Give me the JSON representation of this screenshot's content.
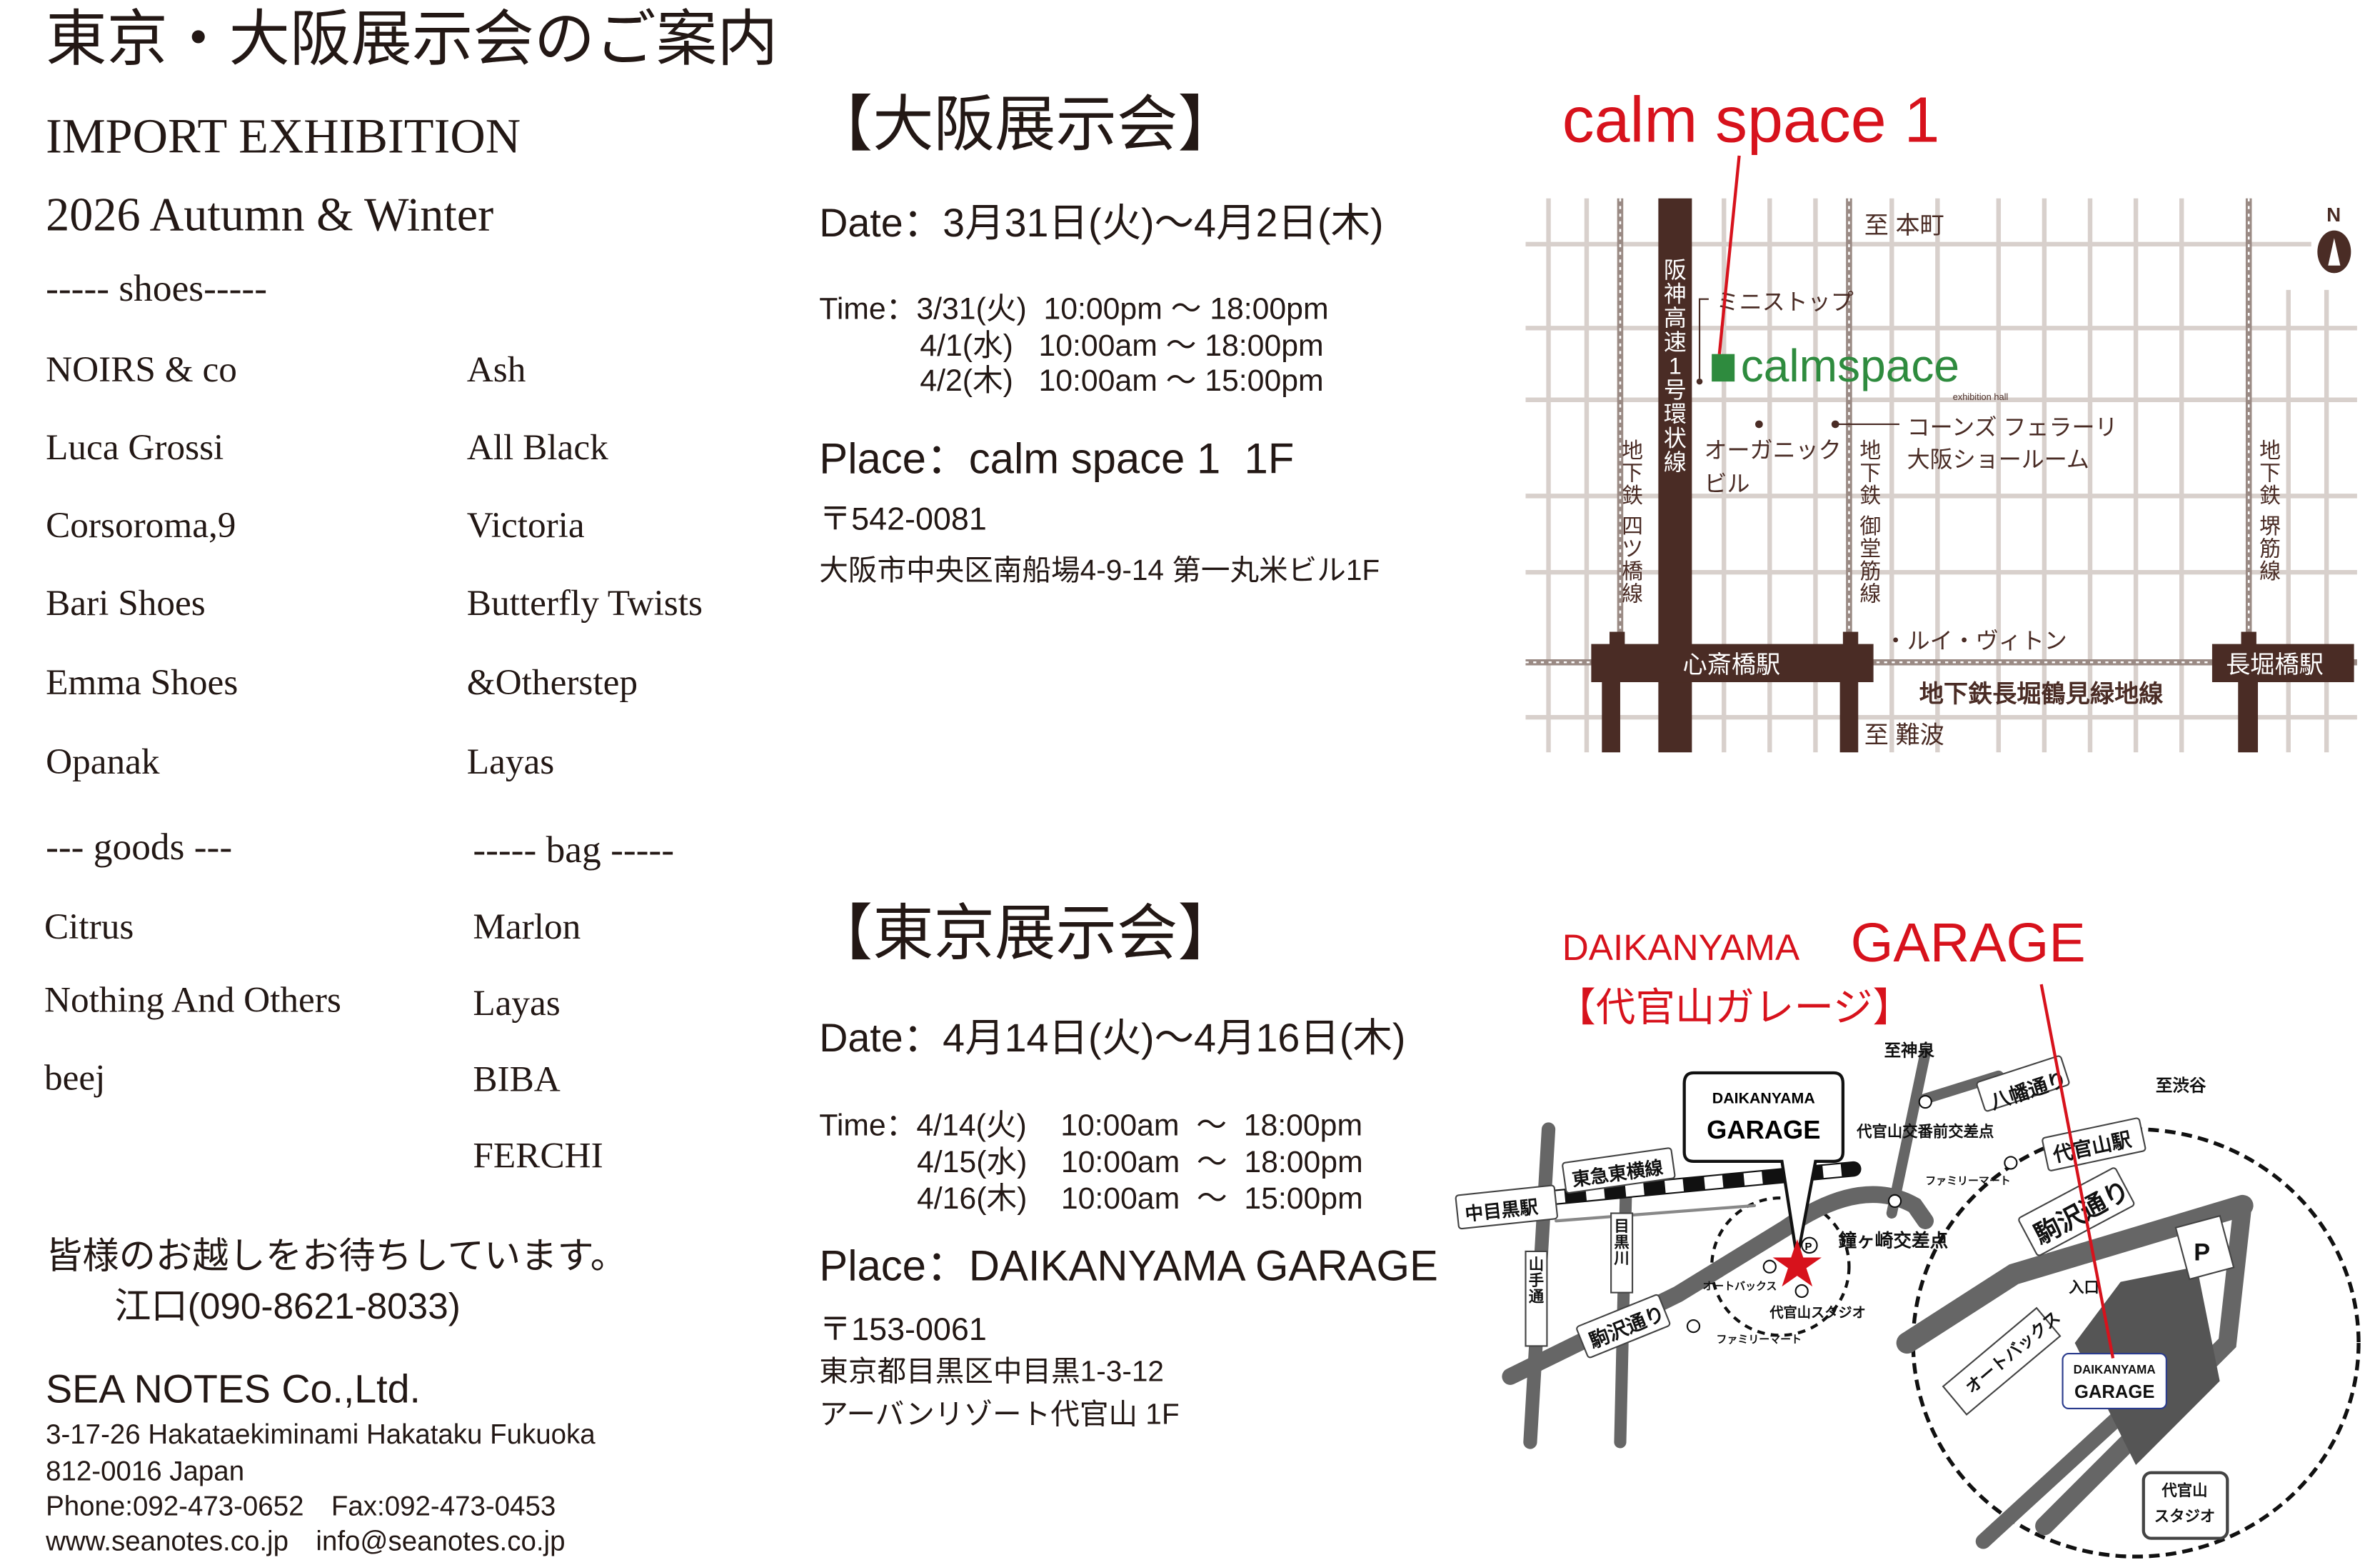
{
  "header": {
    "title": "東京・大阪展示会のご案内"
  },
  "left": {
    "event_name": "IMPORT EXHIBITION",
    "season": "2026 Autumn & Winter",
    "shoes_heading": "----- shoes-----",
    "shoes_col1": [
      "NOIRS & co",
      "Luca Grossi",
      "Corsoroma,9",
      "Bari Shoes",
      "Emma Shoes",
      "Opanak"
    ],
    "shoes_col2": [
      "Ash",
      "All Black",
      "Victoria",
      "Butterfly Twists",
      "&Otherstep",
      "Layas"
    ],
    "goods_heading": "--- goods ---",
    "goods": [
      "Citrus",
      "Nothing And Others",
      "beej"
    ],
    "bag_heading": "----- bag -----",
    "bag": [
      "Marlon",
      "Layas",
      "BIBA",
      "FERCHI"
    ],
    "message": "皆様のお越しをお待ちしています。",
    "contact": "江口(090-8621-8033)",
    "company": "SEA NOTES Co.,Ltd.",
    "address1": "3-17-26 Hakataekiminami Hakataku Fukuoka",
    "address2": "812-0016 Japan",
    "phone_fax": "Phone:092-473-0652　Fax:092-473-0453",
    "web_mail": "www.seanotes.co.jp　info@seanotes.co.jp"
  },
  "osaka": {
    "heading": "【大阪展示会】",
    "date": "Date：3月31日(火)～4月2日(木)",
    "times": [
      "Time：3/31(火)  10:00pm ～ 18:00pm",
      "4/1(水)   10:00am ～ 18:00pm",
      "4/2(木)   10:00am ～ 15:00pm"
    ],
    "place": "Place：calm space 1  1F",
    "postal": "〒542-0081",
    "address": "大阪市中央区南船場4-9-14 第一丸米ビル1F",
    "venue_title": "calm space 1",
    "map": {
      "to_north": "至 本町",
      "to_south": "至 難波",
      "highway": "阪神高速1号環状線",
      "ministop": "ミニストップ",
      "logo": "calmspace",
      "logo_sub": "exhibition hall",
      "organic1": "オーガニック",
      "organic2": "ビル",
      "cornes1": "コーンズ フェラーリ",
      "cornes2": "大阪ショールーム",
      "line_yotsubashi": "地下鉄 四ツ橋線",
      "line_midosuji": "地下鉄 御堂筋線",
      "line_sakaisuji": "地下鉄 堺筋線",
      "vuitton": "・ルイ・ヴィトン",
      "shinsaibashi": "心斎橋駅",
      "nagahoribashi": "長堀橋駅",
      "line_nagahori": "地下鉄長堀鶴見緑地線",
      "north": "N"
    }
  },
  "tokyo": {
    "heading": "【東京展示会】",
    "date": "Date：4月14日(火)～4月16日(木)",
    "times": [
      "Time：4/14(火)    10:00am  ～  18:00pm",
      "4/15(水)    10:00am  ～  18:00pm",
      "4/16(木)    10:00am  ～  15:00pm"
    ],
    "place": "Place：DAIKANYAMA GARAGE",
    "postal": "〒153-0061",
    "address1": "東京都目黒区中目黒1-3-12",
    "address2": "アーバンリゾート代官山 1F",
    "venue_title_small": "DAIKANYAMA",
    "venue_title_big": "GARAGE",
    "venue_title_jp": "【代官山ガレージ】",
    "map": {
      "to_shinsen": "至神泉",
      "to_shibuya": "至渋谷",
      "hachiman": "八幡通り",
      "koban": "代官山交番前交差点",
      "daikanyama_st": "代官山駅",
      "toyoko": "東急東横線",
      "nakameguro": "中目黒駅",
      "familymart": "ファミリーマート",
      "kanegasaki": "鐘ヶ崎交差点",
      "komazawa": "駒沢通り",
      "parking": "P",
      "entrance": "入口",
      "autobacs": "オートバックス",
      "studio": "代官山スタジオ",
      "studio1": "代官山",
      "studio2": "スタジオ",
      "yamate": "山手通",
      "megurogawa": "目黒川",
      "callout_small": "DAIKANYAMA",
      "callout_big": "GARAGE"
    }
  },
  "colors": {
    "accent_red": "#d7121c",
    "brown": "#4a2c25",
    "green": "#2e8b3e",
    "grid": "#d8d0cc",
    "road": "#666666"
  }
}
